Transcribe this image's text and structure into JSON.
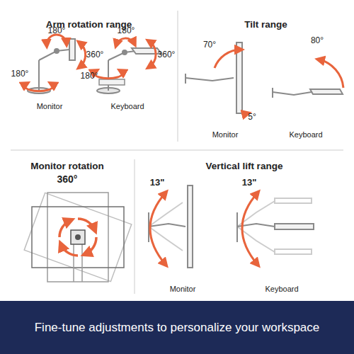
{
  "diagram": {
    "nodes": [
      {
        "text": [
          "Arm rotation range"
        ]
      },
      {
        "text": [
          "Tilt range"
        ]
      },
      {
        "text": [
          "Monitor rotation"
        ]
      },
      {
        "text": [
          "Vertical lift range"
        ]
      },
      {
        "text": [
          "Fine-tune adjustments to personalize your workspace"
        ]
      }
    ],
    "labels": [
      "180°",
      "360°",
      "180°",
      "Monitor",
      "180°",
      "360°",
      "180°",
      "Keyboard",
      "70°",
      "5°",
      "Monitor",
      "80°",
      "Keyboard",
      "360°",
      "13\"",
      "13\"",
      "Monitor",
      "Keyboard"
    ]
  }
}
